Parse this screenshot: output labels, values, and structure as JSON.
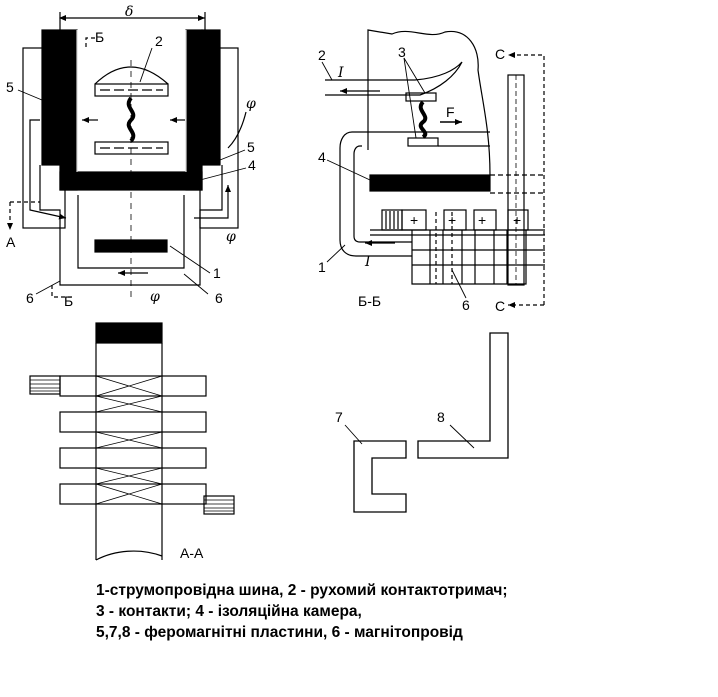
{
  "labels": {
    "delta": "δ",
    "b_top": "Б",
    "b_bottom": "Б",
    "n1": "1",
    "n2": "2",
    "n3": "3",
    "n4": "4",
    "n5a": "5",
    "n5b": "5",
    "n6a": "6",
    "n6b": "6",
    "n6c": "6",
    "n7": "7",
    "n8": "8",
    "n2r": "2",
    "n4r": "4",
    "n1r": "1",
    "A": "A",
    "C_top": "C",
    "C_bottom": "C",
    "I_top": "I",
    "I_bottom": "I",
    "F": "F",
    "phi_a": "φ",
    "phi_b": "φ",
    "phi_c": "φ",
    "plus1": "+",
    "plus2": "+",
    "plus3": "+",
    "plus4": "+",
    "section_bb": "Б-Б",
    "section_aa": "А-А"
  },
  "caption": {
    "line1": "1-струмопровідна шина,   2 - рухомий контактотримач;",
    "line2": "3 - контакти; 4 - ізоляційна камера,",
    "line3": "5,7,8 - феромагнітні  пластини,   6 - магнітопровід"
  }
}
